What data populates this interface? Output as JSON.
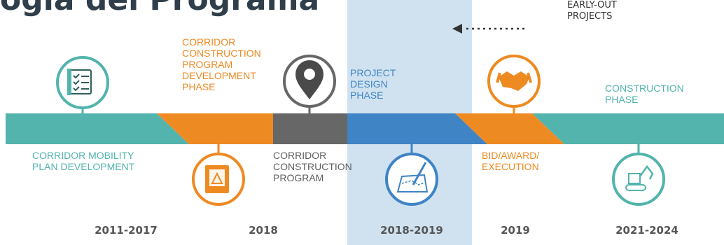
{
  "title": "ogía del Programa",
  "early_out": "EARLY-OUT\nPROJECTS",
  "colors": {
    "teal": "#52b4ad",
    "orange": "#ee8a22",
    "gray": "#666666",
    "blue": "#3f84c4",
    "highlight": "#d0e2f0"
  },
  "phases": [
    {
      "label": "CORRIDOR MOBILITY\nPLAN DEVELOPMENT",
      "icon": "checklist-icon",
      "year": "2011-2017"
    },
    {
      "label": "CORRIDOR\nCONSTRUCTION\nPROGRAM\nDEVELOPMENT\nPHASE",
      "icon": "blueprint-book-icon",
      "year": "2018"
    },
    {
      "label": "CORRIDOR\nCONSTRUCTION\nPROGRAM",
      "icon": "map-pin-icon",
      "year": ""
    },
    {
      "label": "PROJECT\nDESIGN\nPHASE",
      "icon": "design-drawing-icon",
      "year": "2018-2019"
    },
    {
      "label": "BID/AWARD/\nEXECUTION",
      "icon": "handshake-icon",
      "year": "2019"
    },
    {
      "label": "CONSTRUCTION\nPHASE",
      "icon": "excavator-icon",
      "year": "2021-2024"
    }
  ]
}
